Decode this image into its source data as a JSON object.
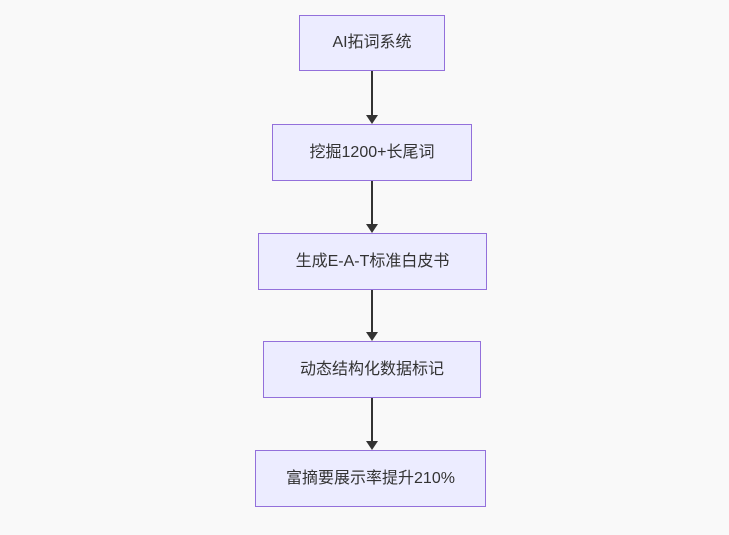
{
  "diagram": {
    "type": "flowchart",
    "direction": "top-down",
    "nodes": [
      {
        "id": "A",
        "label": "AI拓词系统"
      },
      {
        "id": "B",
        "label": "挖掘1200+长尾词"
      },
      {
        "id": "C",
        "label": "生成E-A-T标准白皮书"
      },
      {
        "id": "D",
        "label": "动态结构化数据标记"
      },
      {
        "id": "E",
        "label": "富摘要展示率提升210%"
      }
    ],
    "edges": [
      {
        "from": "A",
        "to": "B"
      },
      {
        "from": "B",
        "to": "C"
      },
      {
        "from": "C",
        "to": "D"
      },
      {
        "from": "D",
        "to": "E"
      }
    ],
    "colors": {
      "node_fill": "#ECECFF",
      "node_border": "#9370DB",
      "node_text": "#333333",
      "arrow": "#333333",
      "background": "#f9f9f9"
    }
  }
}
